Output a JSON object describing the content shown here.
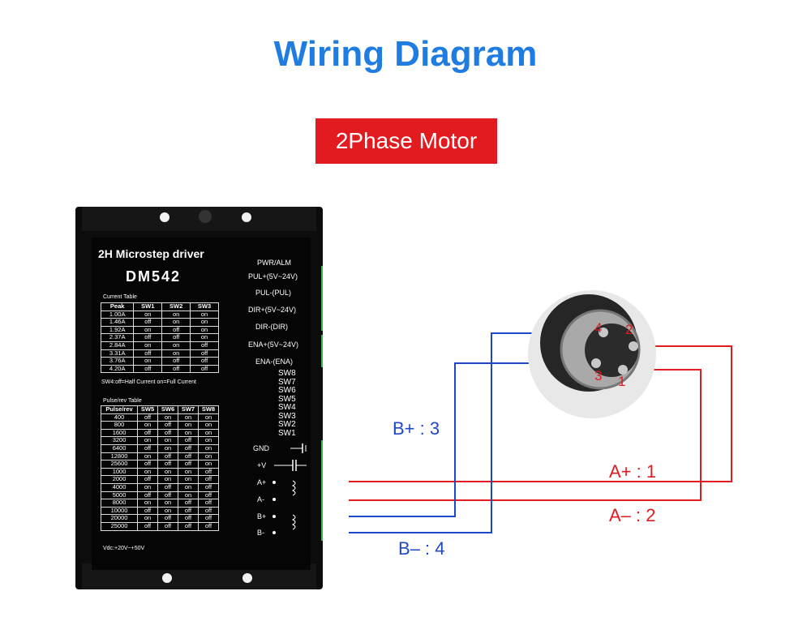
{
  "title": "Wiring Diagram",
  "badge": "2Phase Motor",
  "driver": {
    "name": "2H Microstep driver",
    "model": "DM542",
    "current_table": {
      "caption": "Current Table",
      "headers": [
        "Peak",
        "SW1",
        "SW2",
        "SW3"
      ],
      "rows": [
        [
          "1.00A",
          "on",
          "on",
          "on"
        ],
        [
          "1.46A",
          "off",
          "on",
          "on"
        ],
        [
          "1.92A",
          "on",
          "off",
          "on"
        ],
        [
          "2.37A",
          "off",
          "off",
          "on"
        ],
        [
          "2.84A",
          "on",
          "on",
          "off"
        ],
        [
          "3.31A",
          "off",
          "on",
          "off"
        ],
        [
          "3.76A",
          "on",
          "off",
          "off"
        ],
        [
          "4.20A",
          "off",
          "off",
          "off"
        ]
      ],
      "note": "SW4:off=Half Current  on=Full Current"
    },
    "pulse_table": {
      "caption": "Pulse/rev Table",
      "headers": [
        "Pulse/rev",
        "SW5",
        "SW6",
        "SW7",
        "SW8"
      ],
      "rows": [
        [
          "400",
          "off",
          "on",
          "on",
          "on"
        ],
        [
          "800",
          "on",
          "off",
          "on",
          "on"
        ],
        [
          "1600",
          "off",
          "off",
          "on",
          "on"
        ],
        [
          "3200",
          "on",
          "on",
          "off",
          "on"
        ],
        [
          "6400",
          "off",
          "on",
          "off",
          "on"
        ],
        [
          "12800",
          "on",
          "off",
          "off",
          "on"
        ],
        [
          "25600",
          "off",
          "off",
          "off",
          "on"
        ],
        [
          "1000",
          "on",
          "on",
          "on",
          "off"
        ],
        [
          "2000",
          "off",
          "on",
          "on",
          "off"
        ],
        [
          "4000",
          "on",
          "off",
          "on",
          "off"
        ],
        [
          "5000",
          "off",
          "off",
          "on",
          "off"
        ],
        [
          "8000",
          "on",
          "on",
          "off",
          "off"
        ],
        [
          "10000",
          "off",
          "on",
          "off",
          "off"
        ],
        [
          "20000",
          "on",
          "off",
          "off",
          "off"
        ],
        [
          "25000",
          "off",
          "off",
          "off",
          "off"
        ]
      ]
    },
    "vdc": "Vdc:+20V~+50V",
    "pwr_alm": "PWR/ALM",
    "signal_terminals": [
      "PUL+(5V~24V)",
      "PUL-(PUL)",
      "DIR+(5V~24V)",
      "DIR-(DIR)",
      "ENA+(5V~24V)",
      "ENA-(ENA)"
    ],
    "switches": [
      "SW8",
      "SW7",
      "SW6",
      "SW5",
      "SW4",
      "SW3",
      "SW2",
      "SW1"
    ],
    "power_terminals": [
      "GND",
      "+V",
      "A+",
      "A-",
      "B+",
      "B-"
    ]
  },
  "connector_pins": [
    "4",
    "2",
    "3",
    "1"
  ],
  "wires": {
    "b_plus": "B+ : 3",
    "b_minus": "B– : 4",
    "a_plus": "A+ : 1",
    "a_minus": "A– : 2"
  },
  "colors": {
    "title": "#1f7ce0",
    "badge": "#e11b1f",
    "wire_red": "#e11b1f",
    "wire_blue": "#1f48c8",
    "terminal_green": "#3cb44b"
  }
}
